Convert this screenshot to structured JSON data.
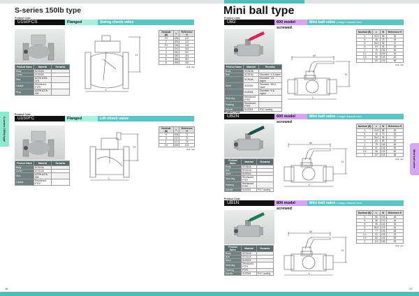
{
  "left_page": {
    "title": "S-series 150lb type",
    "side_tab": "S-series 150lb type",
    "page_number": "16"
  },
  "right_page": {
    "title": "Mini ball type",
    "side_tab": "Mini ball valve",
    "page_number": "17"
  },
  "colors": {
    "teal": "#5cc4c4",
    "flanged_bg": "#a8f0e0",
    "screwed_bg": "#d6a6f2",
    "side_left": "#8ee8d0",
    "side_right": "#d6a6f2"
  },
  "product_code_label": "Product Code",
  "unit_label": "Unit: mm",
  "sections": [
    {
      "code": "U150FCS",
      "kind": "Flanged",
      "desc": "Swing check valve",
      "desc_sub": "",
      "drawing": "swing",
      "handle_color": "",
      "mat_headers": [
        "Product Name",
        "Material",
        "Remarks"
      ],
      "materials": [
        [
          "Body",
          "SCS13A",
          ""
        ],
        [
          "Cover",
          "SCS13A",
          ""
        ],
        [
          "Disc",
          "ASTM A351-CF8",
          ""
        ],
        [
          "Gasket",
          "Reinforced PTFE",
          ""
        ],
        [
          "Plug",
          "ASTM A276-304",
          ""
        ]
      ],
      "dim_headers": [
        "Nominal (B)",
        "L",
        "Reference H"
      ],
      "dims": [
        [
          "1½",
          "165",
          "122"
        ],
        [
          "2",
          "203",
          "142"
        ],
        [
          "2½",
          "216",
          "148"
        ],
        [
          "3",
          "241",
          "161"
        ],
        [
          "4",
          "292",
          "187"
        ],
        [
          "5",
          "330",
          "261"
        ],
        [
          "6",
          "356",
          "267"
        ],
        [
          "8",
          "495",
          "316"
        ]
      ]
    },
    {
      "code": "U150FC",
      "kind": "Flanged",
      "desc": "Lift check valve",
      "desc_sub": "",
      "drawing": "lift",
      "handle_color": "",
      "mat_headers": [
        "Product Name",
        "Material",
        "Remarks"
      ],
      "materials": [
        [
          "Body",
          "SCS13A",
          ""
        ],
        [
          "Cover",
          "SCS13A",
          ""
        ],
        [
          "Disc",
          "ASTM A276-304",
          ""
        ],
        [
          "Gasket",
          "Reinforced PTFE",
          ""
        ]
      ],
      "dim_headers": [
        "Nominal (B)",
        "L",
        "Reference H"
      ],
      "dims": [
        [
          "½",
          "108",
          "71"
        ],
        [
          "¾",
          "117",
          "74"
        ],
        [
          "1",
          "127",
          "76"
        ],
        [
          "1½",
          "165",
          "103"
        ]
      ]
    },
    {
      "code": "UB2",
      "kind": "600 model screwed",
      "desc": "Mini ball valve",
      "desc_sub": "2-stage reduced bore",
      "drawing": "ball",
      "handle_color": "#d8265a",
      "mat_headers": [
        "Product Name",
        "Material",
        "Remarks"
      ],
      "materials": [
        [
          "Body",
          "SCS13A",
          ""
        ],
        [
          "Ball",
          "SCS13A",
          "Diameter: ¾ & lower"
        ],
        [
          "",
          "SCS14A",
          "Diameter: 1 & higher"
        ],
        [
          "Stem",
          "SUS316",
          "Diameter: 3/8 & lower"
        ],
        [
          "",
          "SUS304",
          "Diameter: ½ & higher"
        ],
        [
          "Seat ring",
          "Reinforced PTFE",
          ""
        ],
        [
          "Packing",
          "Reinforced PTFE",
          ""
        ],
        [
          "Handle",
          "SUS304",
          "PVC coating"
        ]
      ],
      "dim_headers": [
        "Nominal (B)",
        "L",
        "W",
        "Reference H"
      ],
      "dims": [
        [
          "¼",
          "40.5",
          "58",
          "26"
        ],
        [
          "⅜",
          "46",
          "75",
          "26"
        ],
        [
          "½",
          "56.5",
          "95",
          "37"
        ],
        [
          "¾",
          "63",
          "95",
          "45"
        ],
        [
          "1",
          "75",
          "106",
          "48"
        ],
        [
          "1¼",
          "91",
          "106",
          "54"
        ],
        [
          "1½",
          "98",
          "125",
          "62"
        ],
        [
          "2",
          "107",
          "125",
          "68"
        ]
      ]
    },
    {
      "code": "UB2N",
      "kind": "600 model screwed",
      "desc": "Mini ball valve",
      "desc_sub": "2-stage reduced bore",
      "drawing": "ball",
      "handle_color": "#1e4f4a",
      "mat_headers": [
        "Product Name",
        "Material",
        "Remarks"
      ],
      "materials": [
        [
          "Body",
          "SCS14A",
          ""
        ],
        [
          "Ball",
          "SCS14A",
          ""
        ],
        [
          "Stem",
          "SUS316",
          ""
        ],
        [
          "Seat ring",
          "Reinforced PTFE",
          ""
        ],
        [
          "Packing",
          "Reinforced PTFE",
          ""
        ],
        [
          "Handle",
          "SUS304",
          "PVC coating"
        ]
      ],
      "dim_headers": [
        "Nominal (B)",
        "L",
        "W",
        "Reference H"
      ],
      "dims": [
        [
          "¼",
          "40.5",
          "58",
          "26"
        ],
        [
          "⅜",
          "46",
          "75",
          "26"
        ],
        [
          "½",
          "56.5",
          "95",
          "37"
        ],
        [
          "¾",
          "63",
          "95",
          "45"
        ],
        [
          "1",
          "75",
          "106",
          "48"
        ],
        [
          "1¼",
          "91",
          "106",
          "54"
        ],
        [
          "1½",
          "98",
          "125",
          "62"
        ],
        [
          "2",
          "107",
          "125",
          "68"
        ]
      ]
    },
    {
      "code": "UB1N",
      "kind": "800 model screwed",
      "desc": "Mini ball valve",
      "desc_sub": "1-stage reduced bore",
      "drawing": "ball",
      "handle_color": "#1f7a55",
      "mat_headers": [
        "Product Name",
        "Material",
        "Remarks"
      ],
      "materials": [
        [
          "Body",
          "SCS14A",
          ""
        ],
        [
          "Ball",
          "SCS14A",
          ""
        ],
        [
          "Stem",
          "SUS316",
          ""
        ],
        [
          "Seat ring",
          "Reinforced PTFE",
          ""
        ],
        [
          "Packing",
          "PTFE",
          ""
        ],
        [
          "Handle",
          "SUS304",
          "PVC coating"
        ]
      ],
      "dim_headers": [
        "Nominal (B)",
        "L",
        "W",
        "Reference H"
      ],
      "dims": [
        [
          "¼",
          "58",
          "103",
          "46"
        ],
        [
          "⅜",
          "58",
          "103",
          "46"
        ],
        [
          "½",
          "58",
          "103",
          "45"
        ],
        [
          "¾",
          "66.5",
          "103",
          "54"
        ],
        [
          "1",
          "77",
          "106",
          "63"
        ],
        [
          "1¼",
          "92",
          "145",
          "76"
        ],
        [
          "1½",
          "101",
          "145",
          "82"
        ],
        [
          "2",
          "122",
          "188",
          "83"
        ]
      ]
    }
  ]
}
